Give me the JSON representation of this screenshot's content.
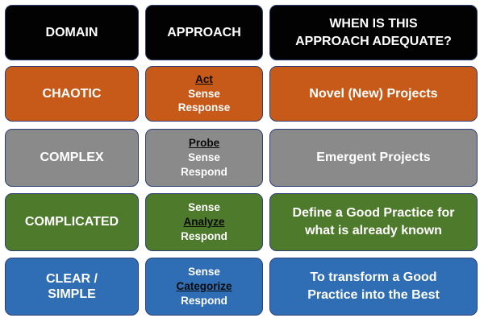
{
  "colors": {
    "header_bg": "#020202",
    "header_text": "#ffffff",
    "chaotic": "#c85a19",
    "complex": "#8a8a8a",
    "complicated": "#4e7a2b",
    "clear": "#2f6db4",
    "cell_border": "#2d3f73",
    "approach_text": "#ffffff",
    "keyword_dark_text": "#0a0a0a"
  },
  "header": {
    "domain": "DOMAIN",
    "approach": "APPROACH",
    "when_line1": "WHEN IS THIS",
    "when_line2": "APPROACH ADEQUATE?"
  },
  "rows": [
    {
      "domain_lines": [
        "CHAOTIC"
      ],
      "approach": [
        "Act",
        "Sense",
        "Response"
      ],
      "keyword_index": 0,
      "when_lines": [
        "Novel (New) Projects"
      ]
    },
    {
      "domain_lines": [
        "COMPLEX"
      ],
      "approach": [
        "Probe",
        "Sense",
        "Respond"
      ],
      "keyword_index": 0,
      "when_lines": [
        "Emergent Projects"
      ]
    },
    {
      "domain_lines": [
        "COMPLICATED"
      ],
      "approach": [
        "Sense",
        "Analyze",
        "Respond"
      ],
      "keyword_index": 1,
      "when_lines": [
        "Define a Good Practice for",
        "what is already known"
      ]
    },
    {
      "domain_lines": [
        "CLEAR /",
        "SIMPLE"
      ],
      "approach": [
        "Sense",
        "Categorize",
        "Respond"
      ],
      "keyword_index": 1,
      "when_lines": [
        "To transform a Good",
        "Practice into the Best"
      ]
    }
  ]
}
